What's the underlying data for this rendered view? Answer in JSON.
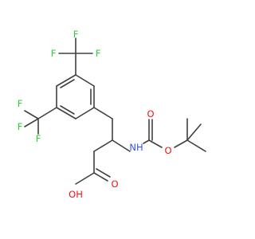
{
  "colors": {
    "bond": "#404040",
    "carbon": "#404040",
    "fluorine": "#33cc33",
    "oxygen": "#ff0d0d",
    "nitrogen": "#3050f8",
    "background": "#ffffff"
  },
  "labels": {
    "f1": "F",
    "f2": "F",
    "f3": "F",
    "f4": "F",
    "f5": "F",
    "f6": "F",
    "o_carbonyl_boc": "O",
    "o_ester_boc": "O",
    "nh": "NH",
    "o_acid_carbonyl": "O",
    "oh": "OH"
  }
}
